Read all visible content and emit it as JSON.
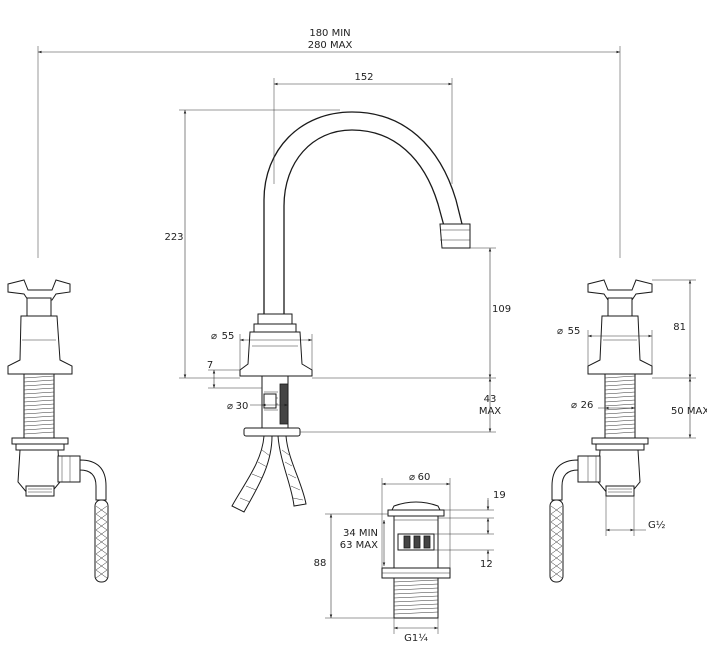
{
  "dimensions": {
    "overall_width_min": "180 MIN",
    "overall_width_max": "280 MAX",
    "spout_reach": "152",
    "spout_height": "223",
    "spout_outlet_height": "109",
    "deck_thickness_value": "43",
    "deck_thickness_max": "MAX",
    "spout_base_diameter": "55",
    "spout_shank_diameter": "30",
    "spout_flange_height": "7",
    "handle_height": "81",
    "handle_base_diameter": "55",
    "handle_shank_diameter": "26",
    "handle_shank_length": "50 MAX",
    "handle_connection": "G½",
    "waste_diameter": "60",
    "waste_flange_height": "19",
    "waste_range_min": "34 MIN",
    "waste_range_max": "63 MAX",
    "waste_total_height": "88",
    "waste_slot_height": "12",
    "waste_thread": "G1¼"
  },
  "symbols": {
    "diameter": "⌀"
  },
  "colors": {
    "line": "#222222",
    "background": "#ffffff"
  }
}
